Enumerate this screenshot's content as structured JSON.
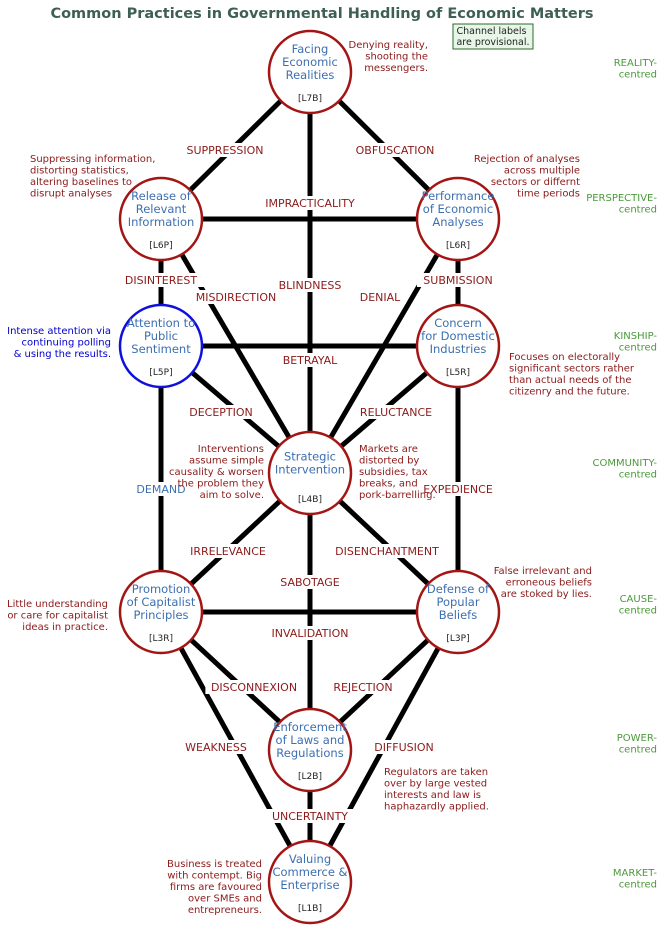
{
  "title": "Common Practices in Governmental Handling of Economic Matters",
  "provisional_note": "Channel labels are provisional.",
  "nodes": {
    "reality": {
      "lines": [
        "Facing",
        "Economic",
        "Realities"
      ],
      "code": "[L7B]"
    },
    "release": {
      "lines": [
        "Release of",
        "Relevant",
        "Information"
      ],
      "code": "[L6P]"
    },
    "performance": {
      "lines": [
        "Performance",
        "of Economic",
        "Analyses"
      ],
      "code": "[L6R]"
    },
    "attention": {
      "lines": [
        "Attention to",
        "Public",
        "Sentiment"
      ],
      "code": "[L5P]"
    },
    "concern": {
      "lines": [
        "Concern",
        "for Domestic",
        "Industries"
      ],
      "code": "[L5R]"
    },
    "strategic": {
      "lines": [
        "Strategic",
        "Intervention"
      ],
      "code": "[L4B]"
    },
    "promotion": {
      "lines": [
        "Promotion",
        "of Capitalist",
        "Principles"
      ],
      "code": "[L3R]"
    },
    "defense": {
      "lines": [
        "Defense of",
        "Popular",
        "Beliefs"
      ],
      "code": "[L3P]"
    },
    "enforcement": {
      "lines": [
        "Enforcement",
        "of Laws  and",
        "Regulations"
      ],
      "code": "[L2B]"
    },
    "commerce": {
      "lines": [
        "Valuing",
        "Commerce &",
        "Enterprise"
      ],
      "code": "[L1B]"
    }
  },
  "channels": {
    "suppression": "SUPPRESSION",
    "obfuscation": "OBFUSCATION",
    "impracticality": "IMPRACTICALITY",
    "disinterest": "DISINTEREST",
    "submission": "SUBMISSION",
    "misdirection": "MISDIRECTION",
    "blindness": "BLINDNESS",
    "denial": "DENIAL",
    "betrayal": "BETRAYAL",
    "deception": "DECEPTION",
    "reluctance": "RELUCTANCE",
    "demand": "DEMAND",
    "expedience": "EXPEDIENCE",
    "irrelevance": "IRRELEVANCE",
    "disenchantment": "DISENCHANTMENT",
    "sabotage": "SABOTAGE",
    "invalidation": "INVALIDATION",
    "disconnexion": "DISCONNEXION",
    "rejection": "REJECTION",
    "weakness": "WEAKNESS",
    "diffusion": "DIFFUSION",
    "uncertainty": "UNCERTAINTY"
  },
  "notes": {
    "reality": [
      "Denying reality,",
      "shooting the",
      "messengers."
    ],
    "release": [
      "Suppressing information,",
      "distorting statistics,",
      "altering baselines to",
      "disrupt analyses"
    ],
    "performance": [
      "Rejection of analyses",
      "across multiple",
      "sectors or differnt",
      "time periods"
    ],
    "attention": [
      "Intense attention via",
      "continuing polling",
      "& using the results."
    ],
    "concern": [
      "Focuses on electorally",
      "significant sectors rather",
      "than actual needs of the",
      "citizenry and the future."
    ],
    "strategic_left": [
      "Interventions",
      "assume simple",
      "causality & worsen",
      "the problem they",
      "aim to solve."
    ],
    "strategic_right": [
      "Markets are",
      "distorted by",
      "subsidies, tax",
      "breaks, and",
      "pork-barrelling."
    ],
    "defense": [
      "False irrelevant and",
      "erroneous beliefs",
      "are stoked by lies."
    ],
    "promotion": [
      "Little understanding",
      "or care for capitalist",
      "ideas in practice."
    ],
    "enforcement": [
      "Regulators are taken",
      "over by large vested",
      "interests and law is",
      "haphazardly applied."
    ],
    "commerce": [
      "Business is treated",
      "with contempt. Big",
      "firms are favoured",
      "over SMEs and",
      "entrepreneurs."
    ]
  },
  "levels": [
    [
      "REALITY-",
      "centred"
    ],
    [
      "PERSPECTIVE-",
      "centred"
    ],
    [
      "KINSHIP-",
      "centred"
    ],
    [
      "COMMUNITY-",
      "centred"
    ],
    [
      "CAUSE-",
      "centred"
    ],
    [
      "POWER-",
      "centred"
    ],
    [
      "MARKET-",
      "centred"
    ]
  ],
  "colors": {
    "node_border": "#a31515",
    "node_border_highlight": "#1010dd",
    "node_text": "#3c6fb0",
    "channel_text": "#8b1a1a",
    "level_text": "#4a9a3a",
    "title_text": "#3e5f55"
  }
}
